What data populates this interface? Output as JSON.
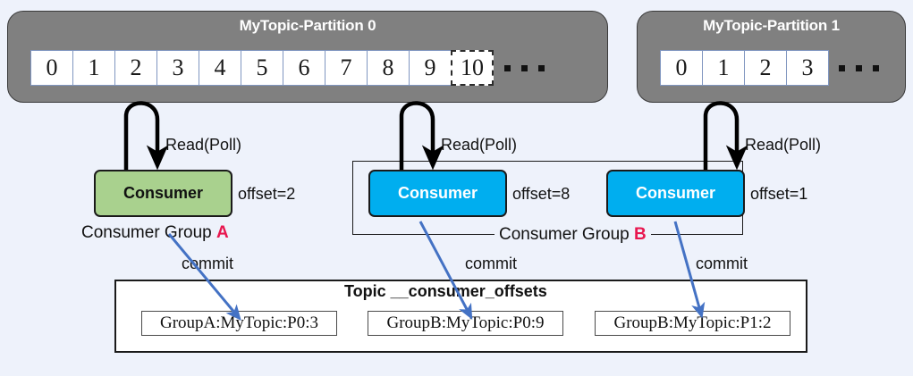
{
  "background": "#eef2fb",
  "colors": {
    "partition_fill": "#808080",
    "consumer_group_a": "#a9d18e",
    "consumer_group_b": "#00aeef",
    "group_letter": "#e8174f",
    "commit_arrow": "#4472c4",
    "read_arrow": "#000000"
  },
  "partitions": [
    {
      "title": "MyTopic-Partition 0",
      "offsets": [
        "0",
        "1",
        "2",
        "3",
        "4",
        "5",
        "6",
        "7",
        "8",
        "9",
        "10"
      ],
      "dashed_last": true,
      "ellipsis": "• • •"
    },
    {
      "title": "MyTopic-Partition 1",
      "offsets": [
        "0",
        "1",
        "2",
        "3"
      ],
      "dashed_last": false,
      "ellipsis": "• • •"
    }
  ],
  "read_labels": [
    "Read(Poll)",
    "Read(Poll)",
    "Read(Poll)"
  ],
  "consumers": [
    {
      "label": "Consumer",
      "offset_text": "offset=2",
      "group": "A",
      "color": "green"
    },
    {
      "label": "Consumer",
      "offset_text": "offset=8",
      "group": "B",
      "color": "blue"
    },
    {
      "label": "Consumer",
      "offset_text": "offset=1",
      "group": "B",
      "color": "blue"
    }
  ],
  "groups": [
    {
      "label_prefix": "Consumer Group ",
      "letter": "A"
    },
    {
      "label_prefix": "Consumer Group ",
      "letter": "B"
    }
  ],
  "commit_labels": [
    "commit",
    "commit",
    "commit"
  ],
  "topic": {
    "title": "Topic    __consumer_offsets",
    "records": [
      "GroupA:MyTopic:P0:3",
      "GroupB:MyTopic:P0:9",
      "GroupB:MyTopic:P1:2"
    ]
  }
}
